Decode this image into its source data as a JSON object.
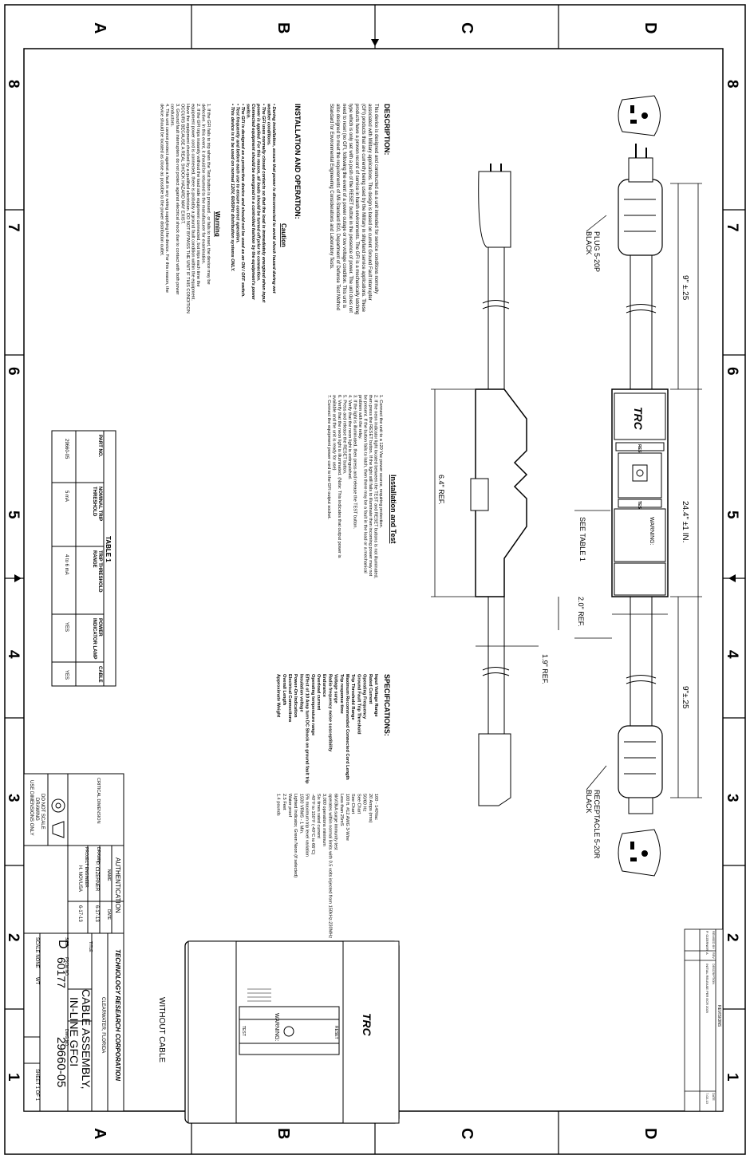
{
  "zones": {
    "letters": [
      "A",
      "B",
      "C",
      "D"
    ],
    "numbers": [
      "8",
      "7",
      "6",
      "5",
      "4",
      "3",
      "2",
      "1"
    ]
  },
  "description": {
    "heading": "DESCRIPTION:",
    "lines": [
      "This device is designed and constructed as a unit intended for service conditions normally",
      "associated with Military applications. The design is based on current Ground Fault Interrupter",
      "(GFI) products that are currently being used by the Military in ship/land service applications. These",
      "products have a proven record of service in harsh environments. The GFI is a mechanically latching",
      "type which is only set with a push of the RESET button in the presence of power. The unit does not",
      "need to reset (no GFI, following the event of a power outage or low voltage condition.  This unit is",
      "also designed to meet the requirements of Mil-Standard 810, Department of Defense Test Method",
      "Standard for Environmental Engineering Considerations and Laboratory Tests."
    ]
  },
  "installation": {
    "heading": "INSTALLATION AND OPERATION:",
    "caution_title": "Caution",
    "bullets": [
      "During installation, assure that power is disconnected to avoid shock hazard during wet weather conditions.",
      "The GFI uses normally closed contacts so that the load is immediately energized when input power is applied. For this reason, all loads should be turned off prior to connection. Connected equipment should be energized in a controlled fashion by the equipment's power switch.",
      "The GFI is designed as a protective device and should not be used as an ON / OFF switch.",
      "Test frequently and before each use to ensure correct operation.",
      "This device is to be used on normal 120V, 60/50Hz distribution systems  ONLY."
    ],
    "warning_title": "Warning",
    "warnings": [
      "1. If the GFI fails to trip when the Test button is pressed , or fails to reset, the device may be defective. In this event, it should be returned to the manufacturer for examination.",
      "2. If the GFI trips instantly without the load side equipment connected, but trips each time the equipment power cord is connected, there is probably a ground fault condition within the equipment. Have the equipment checked by a qualified electrician. DO NOT BYPASS THE UNIT IF THIS CONDITION OCCURS BECAUSE A REAL SHOCK HAZARD MAY EXIST.",
      "3. Ground fault interrupters do not protect against electrical shock due to contact with both power conductors.",
      "4. This unit cannot protect against a fault in any wiring supplying the device. For this reason, the device should be located as close as possible to the power distribution outlet."
    ]
  },
  "install_test": {
    "heading": "Installation and Test",
    "steps": [
      "1. Connect the unit to a 120 Vac power source, requiring protection.",
      "2. If the neon indicator light located between the TEST and RESET buttons is not illuminated, then press the RESET button. If the light still fails to illuminate then incoming power may not be present. If the button fails to latch, then there may be a fault in the load or a mechanical problem with the relay.",
      "3. If the light is illuminated, then press and release the TEST button.",
      "4. Verify that the neon light is extinguished.",
      "5. Press and release the RESET button.",
      "6. Verify that the neon light is illuminated. (Note: This indicates that output power is available and the unit is ready for use)",
      "7. Connect the equipment power cord to the GFI output socket."
    ]
  },
  "specifications": {
    "heading": "SPECIFICATIONS:",
    "rows": [
      [
        "Input Voltage Range",
        "100 - 140Vac"
      ],
      [
        "Rated Current",
        "20 Amps (rms)"
      ],
      [
        "Operating Frequency",
        "50/60 Hz"
      ],
      [
        "Ground Fault Trip Threshold",
        "See Chart"
      ],
      [
        "Trip Threshold Range",
        "See Chart"
      ],
      [
        "Maximum Recommended Connected Cord Length",
        "100 ft. #12 AWG 3-Wire"
      ],
      [
        "Trip response time",
        "Less than 25mS"
      ],
      [
        "Voltage surge",
        "6kV/3kA surge immunity test"
      ],
      [
        "Radio frequency noise susceptibility",
        "operates within normal limits with 0.5 volts injected from 150kHz-230MHz"
      ],
      [
        "Endurance",
        "3,000 operations minimum"
      ],
      [
        "Overload current",
        "Six times rated current"
      ],
      [
        "Operating temperature range",
        "-40°F to 150°F (-40°C to 66°C)"
      ],
      [
        "Effect of 10 Amp turn DC Shock on ground fault trip",
        "5% maximum trip level variation"
      ],
      [
        "Insulation voltage",
        "1500 VRMS - 1 Min."
      ],
      [
        "Power-On Indication",
        "Lighted Indicator, Green Neon (if selected)"
      ],
      [
        "Electrical Connections",
        "Water proof"
      ],
      [
        "Overall Length",
        "2.5 Feet"
      ],
      [
        "Approximate Weight",
        "1.4 pounds"
      ]
    ]
  },
  "drawing": {
    "plug_label_1": "PLUG 5-20P",
    "plug_label_2": "BLACK",
    "receptacle_label_1": "RECEPTACLE 5-20R",
    "receptacle_label_2": "BLACK",
    "dim_cord_top": "9\" ±.25",
    "dim_cord_bottom": "9\"±.25",
    "dim_overall": "24.4\" ±1 IN.",
    "dim_body": "6.4\" REF.",
    "dim_width": "2.0\" REF.",
    "dim_height": "1.9\" REF.",
    "see_table": "SEE TABLE 1",
    "reset_label": "RESET",
    "test_label": "TEST",
    "warning_label": "WARNING:",
    "logo_text": "TRC",
    "without_cable": "WITHOUT CABLE"
  },
  "table1": {
    "title": "TABLE 1",
    "headers": [
      "PART NO.",
      "NOMINAL TRIP THRESHOLD",
      "TRIP THRESHOLD RANGE",
      "POWER INDICATOR LAMP",
      "CABLE"
    ],
    "rows": [
      [
        "29660-05",
        "5 mA",
        "4 to 6 mA",
        "YES",
        "YES"
      ]
    ]
  },
  "title_block": {
    "company": "TECHNOLOGY RESEARCH CORPORATION",
    "location": "CLEARWATER, FLORIDA",
    "title_label": "TITLE",
    "title_1": "CABLE ASSEMBLY,",
    "title_2": "IN-LINE GFCI",
    "size_label": "SIZE",
    "size": "D",
    "fscm_label": "FSCM NO.",
    "fscm": "60177",
    "dwg_label": "DWG NO.",
    "dwg_no": "29660-05",
    "scale": "SCALE NONE",
    "wt": "WT",
    "sheet": "SHEET 1 OF 1",
    "authentication": "AUTHENTICATION",
    "name_label": "NAME",
    "date_label": "DATE",
    "drawn_label": "DRAWN",
    "drawn_name": "P. CIZERNER",
    "drawn_date": "6-17-13",
    "engineer_label": "PROJECT ENGINEER",
    "engineer_name": "H. NOVUSA",
    "engineer_date": "6-17-13",
    "do_not_scale_1": "DO NOT SCALE",
    "do_not_scale_2": "DRAWING",
    "do_not_scale_3": "USE DIMENSIONS ONLY",
    "critical": "CRITICAL DIMENSION"
  },
  "revisions": {
    "title": "REVISIONS",
    "headers": [
      "REVISED BY",
      "REV",
      "DESCRIPTION",
      "DATE"
    ],
    "row": [
      "P. CIZERNER",
      "A",
      "INITIAL RELEASE PER ECR 2029",
      "7-02-13"
    ]
  }
}
